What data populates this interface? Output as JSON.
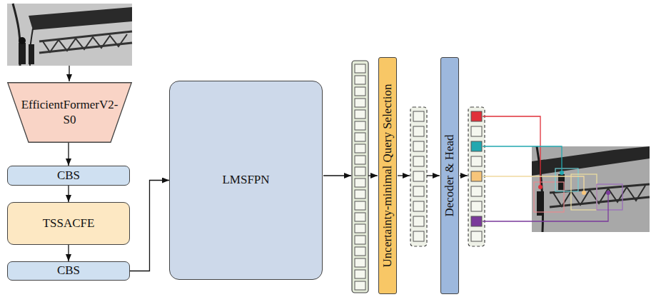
{
  "diagram": {
    "nodes": [
      {
        "text": [
          "EfficientFormerV2- S0"
        ]
      },
      {
        "text": [
          "CBS"
        ]
      },
      {
        "text": [
          "TSSACFE"
        ]
      },
      {
        "text": [
          "CBS"
        ]
      },
      {
        "text": [
          "LMSFPN"
        ]
      },
      {
        "text": [
          "Uncertainty-minimal Query Selection"
        ]
      },
      {
        "text": [
          "Decoder & Head"
        ]
      }
    ],
    "edges": [
      {
        "from": 0,
        "to": 1,
        "arrow": "to"
      },
      {
        "from": 1,
        "to": 2,
        "arrow": "to"
      },
      {
        "from": 2,
        "to": 3,
        "arrow": "to"
      },
      {
        "from": 3,
        "to": 4,
        "arrow": "to"
      }
    ]
  }
}
